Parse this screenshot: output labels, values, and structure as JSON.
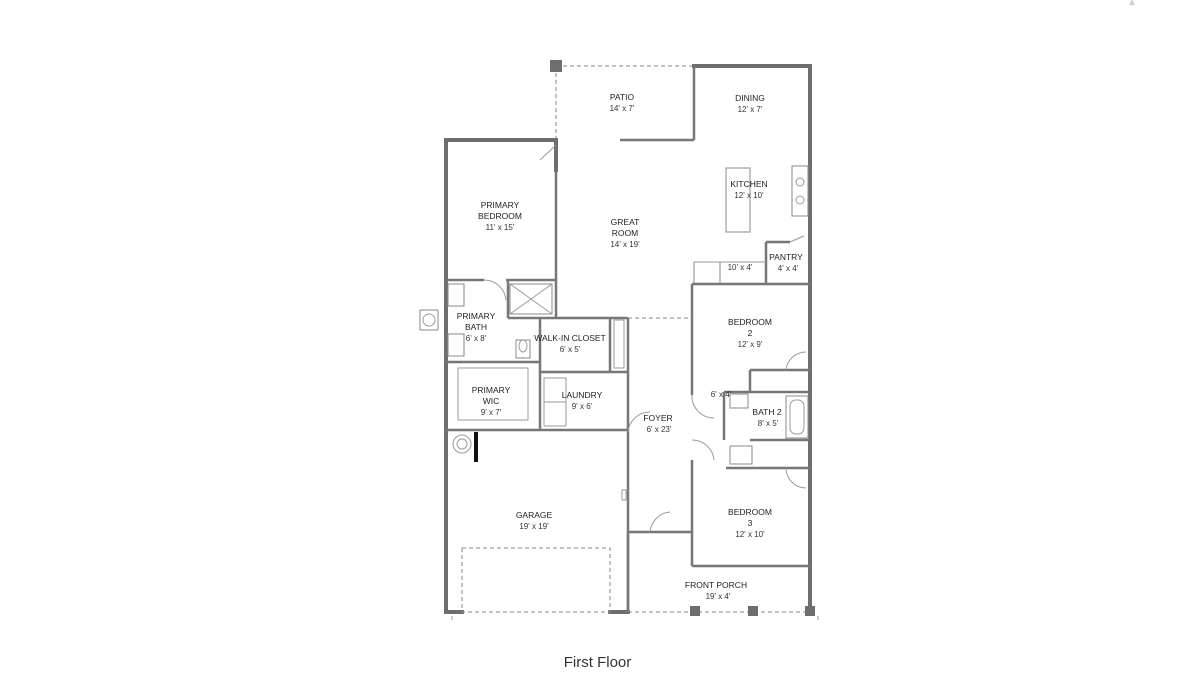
{
  "floor_label": "First Floor",
  "rooms": {
    "patio": {
      "name": "PATIO",
      "dim": "14' x 7'"
    },
    "dining": {
      "name": "DINING",
      "dim": "12' x 7'"
    },
    "kitchen": {
      "name": "KITCHEN",
      "dim": "12' x 10'"
    },
    "primary_bedroom": {
      "name_1": "PRIMARY",
      "name_2": "BEDROOM",
      "dim": "11' x 15'"
    },
    "great_room": {
      "name_1": "GREAT",
      "name_2": "ROOM",
      "dim": "14' x 19'"
    },
    "pantry": {
      "name": "PANTRY",
      "dim": "4' x 4'"
    },
    "nook": {
      "dim": "10' x 4'"
    },
    "primary_bath": {
      "name_1": "PRIMARY",
      "name_2": "BATH",
      "dim": "6' x 8'"
    },
    "walkin_closet": {
      "name": "WALK-IN CLOSET",
      "dim": "6' x 5'"
    },
    "bedroom2": {
      "name_1": "BEDROOM",
      "name_2": "2",
      "dim": "12' x 9'"
    },
    "primary_wic": {
      "name_1": "PRIMARY",
      "name_2": "WIC",
      "dim": "9' x 7'"
    },
    "laundry": {
      "name": "LAUNDRY",
      "dim": "9' x 6'"
    },
    "hall_closet": {
      "dim": "6' x 4'"
    },
    "bath2": {
      "name": "BATH 2",
      "dim": "8' x 5'"
    },
    "foyer": {
      "name": "FOYER",
      "dim": "6' x 23'"
    },
    "garage": {
      "name": "GARAGE",
      "dim": "19' x 19'"
    },
    "bedroom3": {
      "name_1": "BEDROOM",
      "name_2": "3",
      "dim": "12' x 10'"
    },
    "front_porch": {
      "name": "FRONT PORCH",
      "dim": "19' x 4'"
    }
  },
  "colors": {
    "wall": "#6e6e6e",
    "text": "#222222",
    "background": "#ffffff"
  }
}
